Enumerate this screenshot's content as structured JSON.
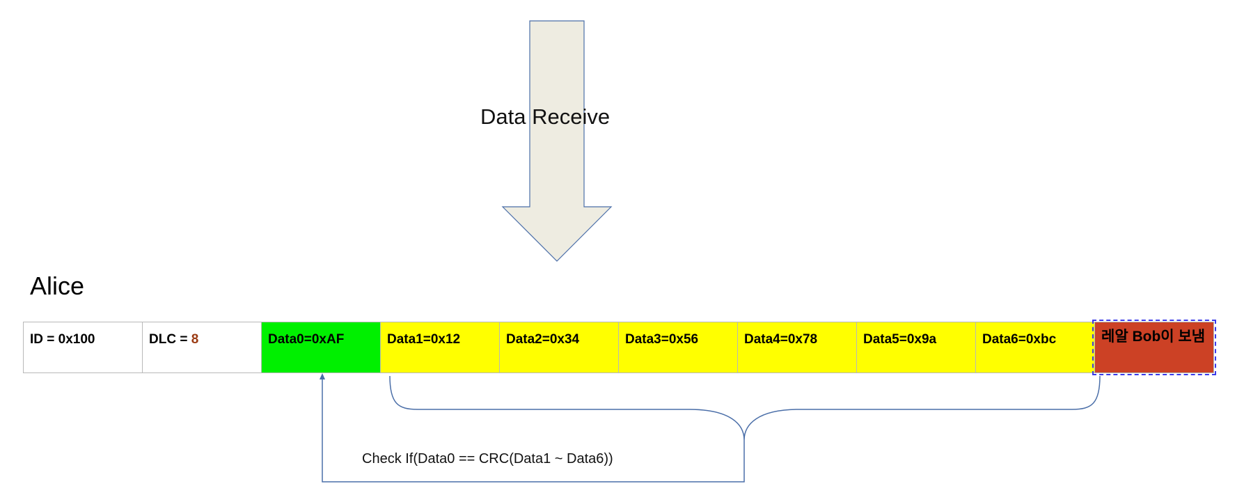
{
  "arrow": {
    "label": "Data Receive",
    "fill": "#eeece1",
    "stroke": "#4a6ea8"
  },
  "node_label": "Alice",
  "frame": {
    "id_prefix": "ID = ",
    "id_value": "0x100",
    "dlc_prefix": "DLC = ",
    "dlc_value": "8",
    "crc_cell": "Data0=0xAF",
    "payload_cells": [
      "Data1=0x12",
      "Data2=0x34",
      "Data3=0x56",
      "Data4=0x78",
      "Data5=0x9a",
      "Data6=0xbc"
    ],
    "relay_cell": "레알 Bob이 보냄"
  },
  "colors": {
    "crc": "#00f000",
    "payload": "#ffff00",
    "relay": "#cc4125",
    "dlc_value": "#9b3a12"
  },
  "check_label": "Check If(Data0 == CRC(Data1 ~ Data6))"
}
